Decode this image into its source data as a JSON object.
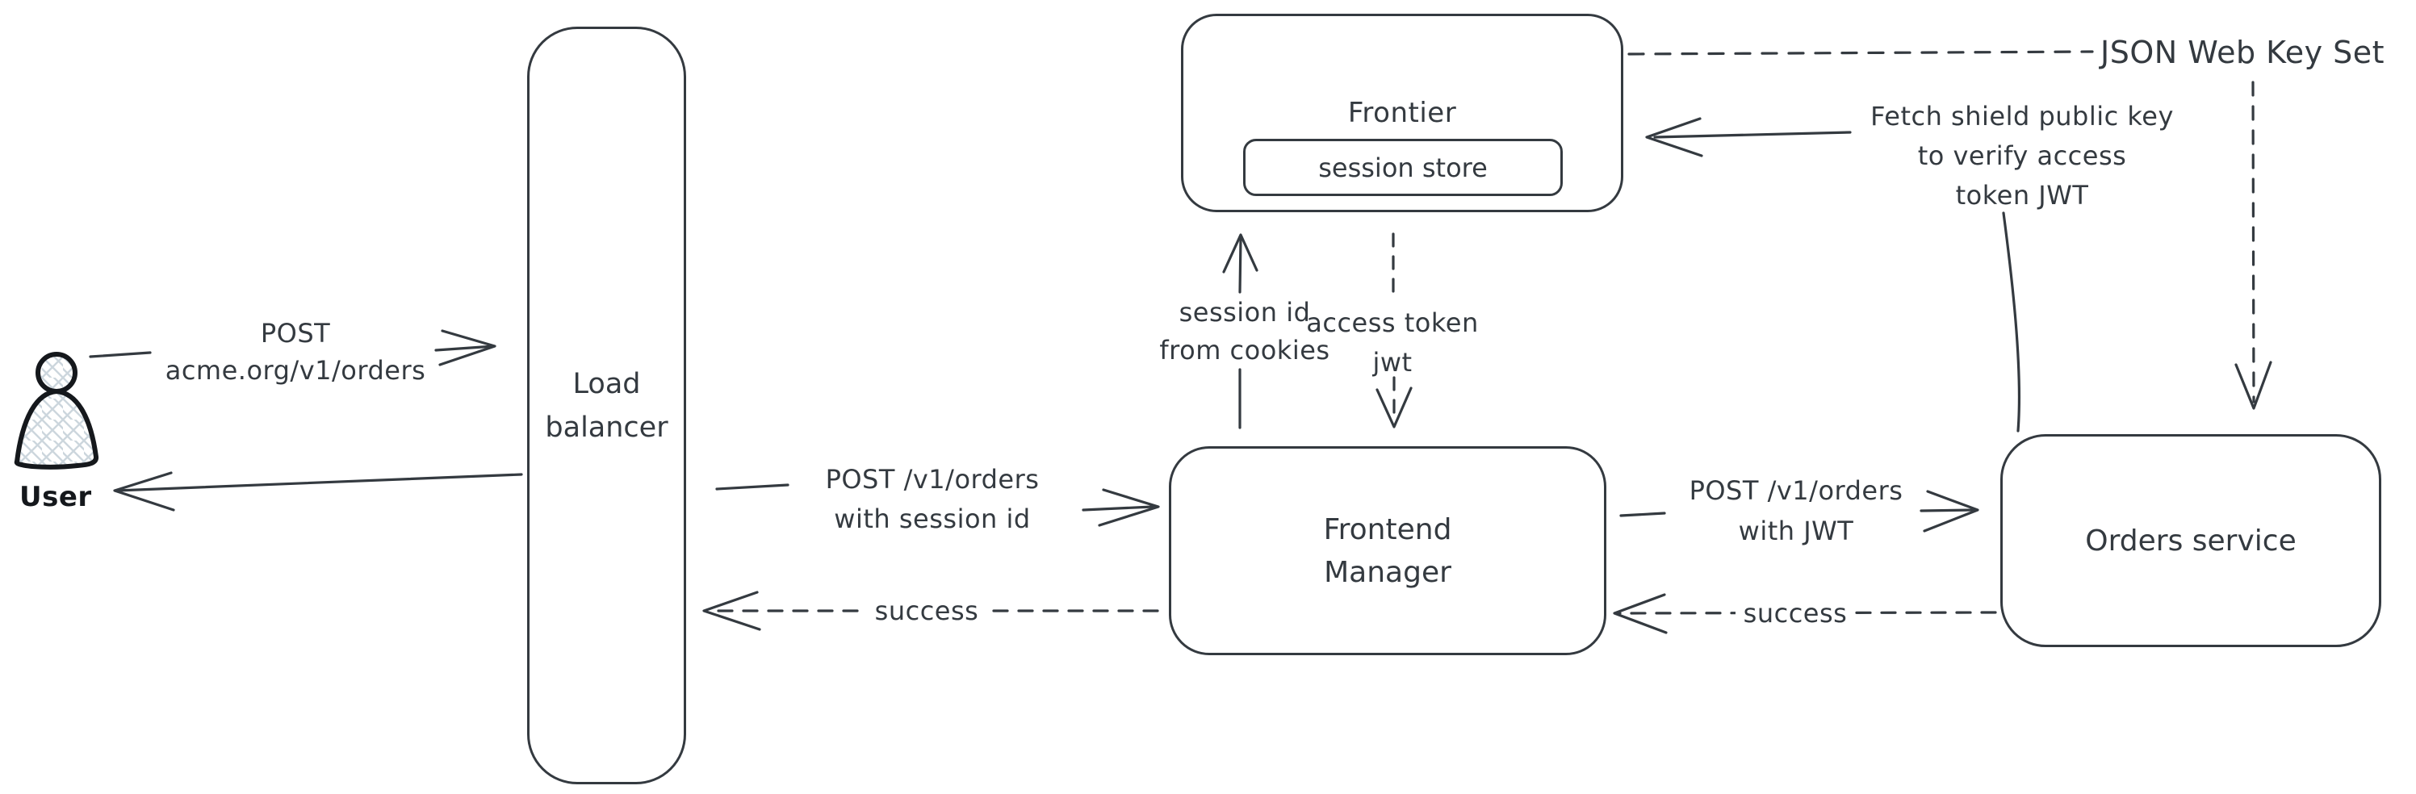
{
  "colors": {
    "stroke": "#343a40",
    "user_ink": "#15181c",
    "hatch_fill": "#ccd6dd",
    "background": "#ffffff"
  },
  "nodes": {
    "user": {
      "label": "User"
    },
    "load_balancer": {
      "line1": "Load",
      "line2": "balancer"
    },
    "frontier": {
      "label": "Frontier",
      "session_store_label": "session store"
    },
    "frontend_manager": {
      "line1": "Frontend",
      "line2": "Manager"
    },
    "orders_service": {
      "label": "Orders service"
    }
  },
  "edges": {
    "user_to_lb": {
      "line1": "POST",
      "line2": "acme.org/v1/orders"
    },
    "lb_to_fm": {
      "line1": "POST /v1/orders",
      "line2": "with session id"
    },
    "fm_to_lb": {
      "label": "success"
    },
    "fm_to_frontier": {
      "line1": "session id",
      "line2": "from cookies"
    },
    "frontier_to_fm": {
      "line1": "access token",
      "line2": "jwt"
    },
    "fm_to_orders": {
      "line1": "POST /v1/orders",
      "line2": "with JWT"
    },
    "orders_to_fm": {
      "label": "success"
    },
    "orders_to_frontier": {
      "line1": "Fetch shield public key",
      "line2": "to verify access",
      "line3": "token JWT"
    },
    "frontier_to_jwks": {
      "label": "JSON Web Key Set"
    }
  }
}
